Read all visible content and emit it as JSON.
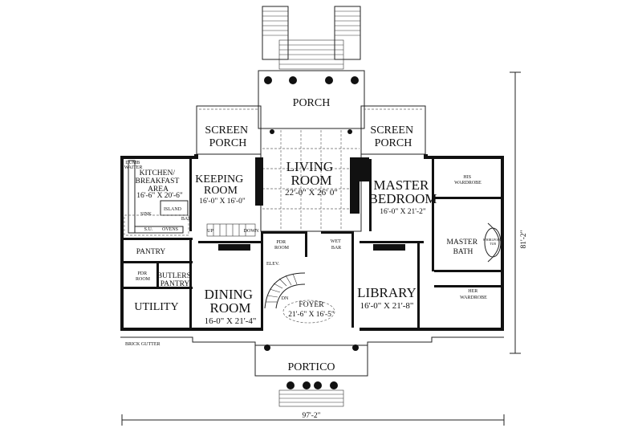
{
  "rooms": {
    "porch": "PORCH",
    "screen_porch_left": [
      "SCREEN",
      "PORCH"
    ],
    "screen_porch_right": [
      "SCREEN",
      "PORCH"
    ],
    "living_room": {
      "name": [
        "LIVING",
        "ROOM"
      ],
      "dims": "22'-0\" X 26' 0\""
    },
    "kitchen": {
      "name": [
        "KITCHEN/",
        "BREAKFAST",
        "AREA"
      ],
      "dims": "16'-6\" X 20'-6\""
    },
    "keeping_room": {
      "name": [
        "KEEPING",
        "ROOM"
      ],
      "dims": "16'-0\" X 16'-0\""
    },
    "master_bedroom": {
      "name": [
        "MASTER",
        "BEDROOM"
      ],
      "dims": "16'-0\" X 21'-2\""
    },
    "his_wardrobe": [
      "HIS",
      "WARDROBE"
    ],
    "master_bath": [
      "MASTER",
      "BATH"
    ],
    "her_wardrobe": [
      "HER",
      "WARDROBE"
    ],
    "pantry": "PANTRY",
    "pdr_room_left": [
      "PDR",
      "ROOM"
    ],
    "butlers_pantry": [
      "BUTLERS",
      "PANTRY"
    ],
    "utility": "UTILITY",
    "dining_room": {
      "name": [
        "DINING",
        "ROOM"
      ],
      "dims": "16-0\" X 21'-4\""
    },
    "foyer": {
      "name": "FOYER",
      "dims": "21'-6\" X 16'-5\""
    },
    "pdr_room_center": [
      "PDR",
      "ROOM"
    ],
    "elev": "ELEV.",
    "wet_bar": [
      "WET",
      "BAR"
    ],
    "library": {
      "name": "LIBRARY",
      "dims": "16'-0\" X 21'-8\""
    },
    "portico": "PORTICO"
  },
  "fixtures": {
    "dumb_waiter": [
      "DUMB",
      "WAITER"
    ],
    "island": "ISLAND",
    "bar": "BAR",
    "sink": "SINK",
    "su": "S.U.",
    "ovens": "OVENS",
    "up": "UP",
    "down": "DOWN",
    "dn": "DN",
    "whirlpool_tub": [
      "WHIRLPOOL",
      "TUB"
    ],
    "brick_gutter": "BRICK GUTTER"
  },
  "dimensions": {
    "overall_width": "97'-2\"",
    "overall_depth": "81'-2\""
  }
}
